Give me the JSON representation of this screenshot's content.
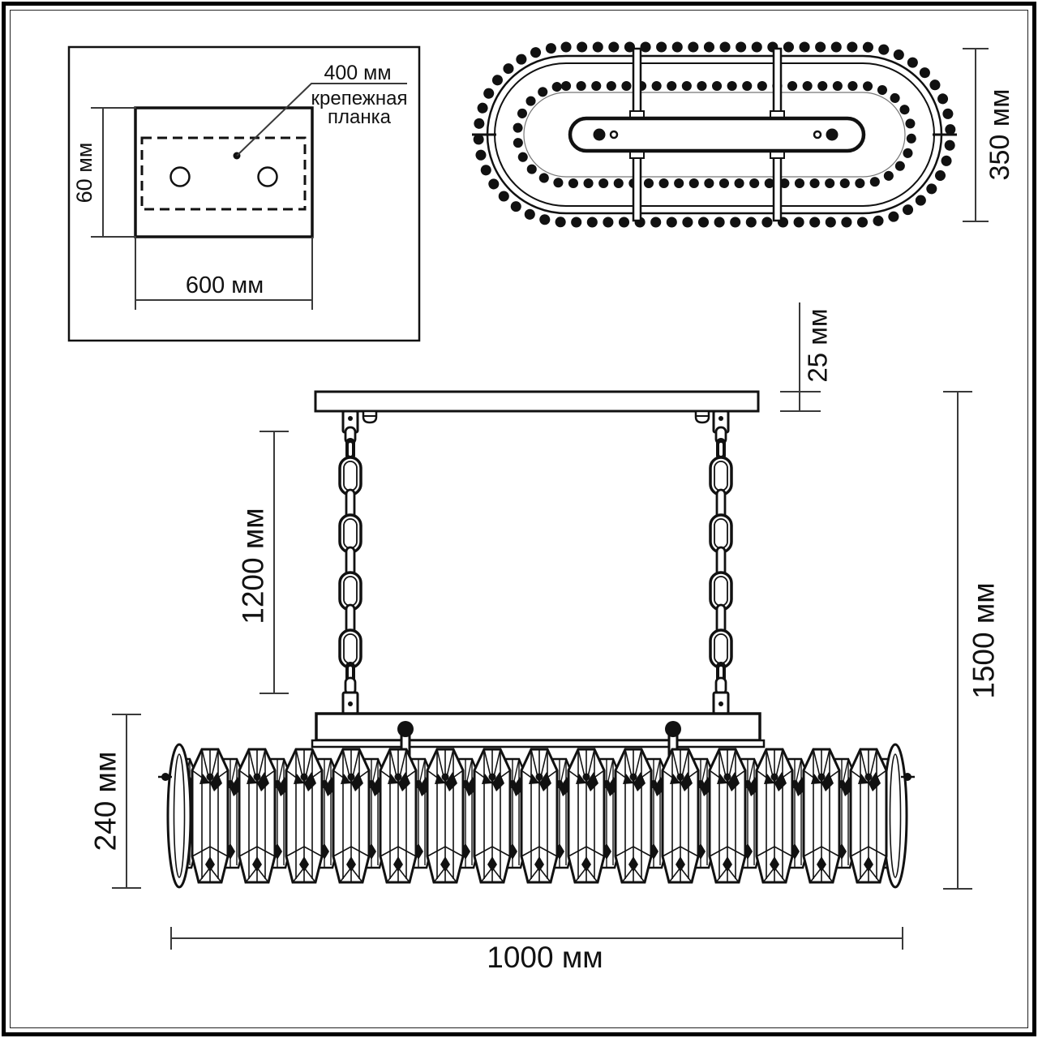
{
  "title": "Chandelier dimensional drawing",
  "colors": {
    "background": "#ffffff",
    "ink": "#111111",
    "dim_line": "#3a3a3a"
  },
  "mounting_plate_detail": {
    "hole_spacing_label": "400 мм",
    "part_label_line1": "крепежная",
    "part_label_line2": "планка",
    "height_label": "60 мм",
    "width_label": "600 мм"
  },
  "top_view": {
    "depth_label": "350 мм"
  },
  "side_view": {
    "canopy_thickness_label": "25 мм",
    "chain_length_label": "1200 мм",
    "overall_height_label": "1500 мм",
    "body_height_label": "240 мм",
    "overall_width_label": "1000 мм"
  }
}
